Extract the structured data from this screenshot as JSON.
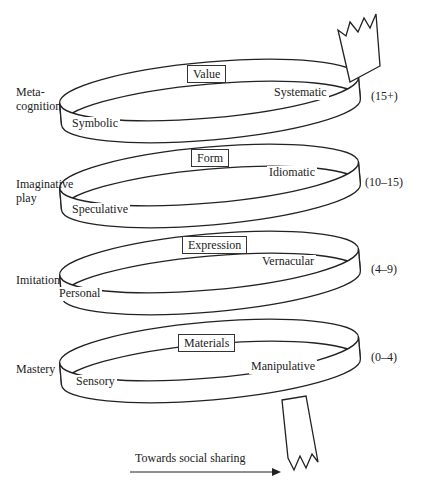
{
  "diagram": {
    "nodes": [
      {
        "text": [
          "Value"
        ]
      },
      {
        "text": [
          "Form"
        ]
      },
      {
        "text": [
          "Expression"
        ]
      },
      {
        "text": [
          "Materials"
        ]
      }
    ],
    "labels": [
      "Meta-cognition",
      "Systematic",
      "(15+)",
      "Symbolic",
      "Imaginative play",
      "Idiomatic",
      "(10–15)",
      "Speculative",
      "Imitation",
      "Vernacular",
      "(4–9)",
      "Personal",
      "Mastery",
      "Manipulative",
      "(0–4)",
      "Sensory",
      "Towards social sharing"
    ]
  }
}
